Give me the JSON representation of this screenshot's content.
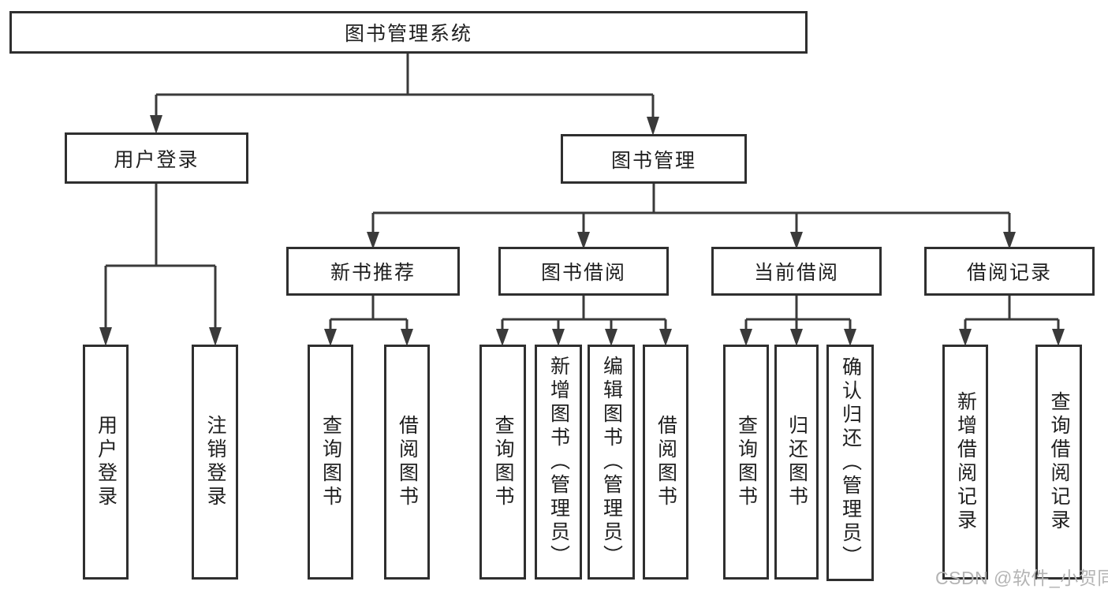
{
  "diagram": {
    "root": {
      "label": "图书管理系统"
    },
    "user_login_branch": {
      "label": "用户登录",
      "children": [
        {
          "label": "用户登录"
        },
        {
          "label": "注销登录"
        }
      ]
    },
    "book_mgmt_branch": {
      "label": "图书管理",
      "sections": [
        {
          "label": "新书推荐",
          "children": [
            {
              "label": "查询图书"
            },
            {
              "label": "借阅图书"
            }
          ]
        },
        {
          "label": "图书借阅",
          "children": [
            {
              "label": "查询图书"
            },
            {
              "label": "新增图书（管理员）"
            },
            {
              "label": "编辑图书（管理员）"
            },
            {
              "label": "借阅图书"
            }
          ]
        },
        {
          "label": "当前借阅",
          "children": [
            {
              "label": "查询图书"
            },
            {
              "label": "归还图书"
            },
            {
              "label": "确认归还（管理员）"
            }
          ]
        },
        {
          "label": "借阅记录",
          "children": [
            {
              "label": "新增借阅记录"
            },
            {
              "label": "查询借阅记录"
            }
          ]
        }
      ]
    }
  },
  "watermark": {
    "text": "CSDN @软件_小贺同学"
  },
  "colors": {
    "line": "#3a3a3a",
    "box_border": "#2f2f2f",
    "text": "#1f1f1f",
    "watermark": "#b4b4b4",
    "background": "#ffffff"
  }
}
